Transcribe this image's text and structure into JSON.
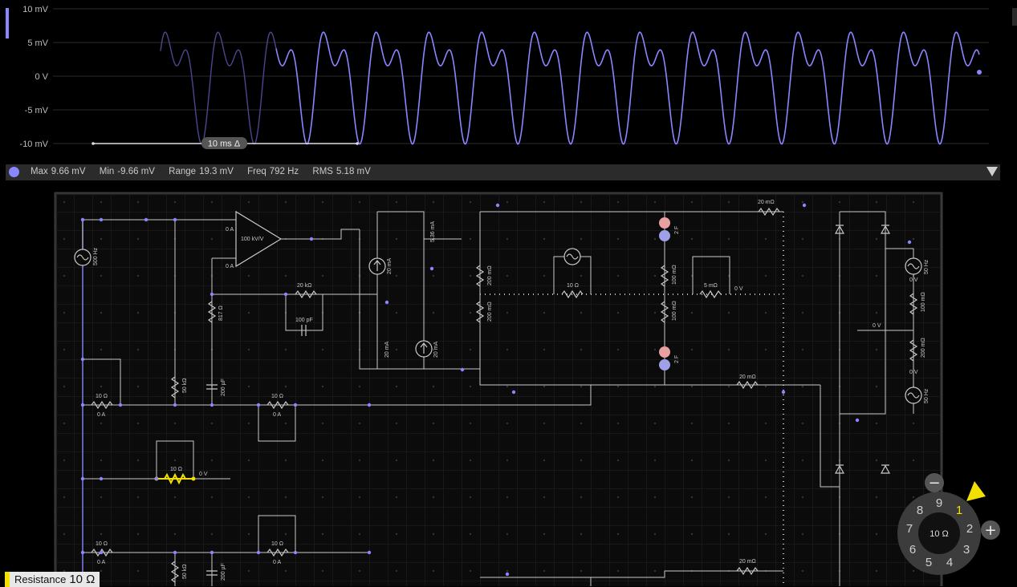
{
  "colors": {
    "trace": "#8a86ff",
    "accent_yellow": "#f2e000",
    "wire": "#c8c8c8",
    "grid": "#2a2a2a",
    "background": "#000000"
  },
  "scope": {
    "y_labels": [
      "10 mV",
      "5 mV",
      "0 V",
      "-5 mV",
      "-10 mV"
    ],
    "time_marker": "10 ms Δ",
    "waveform": {
      "amplitude_mv": 9.66,
      "components": [
        {
          "freq_hz": 792,
          "amp_mv": 6.0
        },
        {
          "freq_hz": 1584,
          "amp_mv": 4.2
        }
      ]
    }
  },
  "status": {
    "max_label": "Max",
    "max_value": "9.66 mV",
    "min_label": "Min",
    "min_value": "-9.66 mV",
    "range_label": "Range",
    "range_value": "19.3 mV",
    "freq_label": "Freq",
    "freq_value": "792 Hz",
    "rms_label": "RMS",
    "rms_value": "5.18 mV"
  },
  "circuit_labels": {
    "src_500hz": "500 Hz",
    "src_50hz_a": "50 Hz",
    "src_50hz_b": "50 Hz",
    "opamp_gain": "100 kV/V",
    "opamp_i1": "0 A",
    "opamp_i2": "0 A",
    "r_20k": "20 kΩ",
    "r_817": "817 Ω",
    "c_100pf": "100 pF",
    "cs_20ma_1": "20 mA",
    "cs_20ma_2": "20 mA",
    "cs_20ma_3": "20 mA",
    "i_536": "5.36 mA",
    "r_200m_1": "200 mΩ",
    "r_200m_2": "200 mΩ",
    "r_10_mid": "10 Ω",
    "c_2f_1": "2 F",
    "c_2f_2": "2 F",
    "r_100m_1": "100 mΩ",
    "r_100m_2": "100 mΩ",
    "r_5m": "5 mΩ",
    "v_0_1": "0 V",
    "r_20m_top": "20 mΩ",
    "r_20m_mid": "20 mΩ",
    "r_20m_bot": "20 mΩ",
    "r_50k_1": "50 kΩ",
    "r_50k_2": "50 kΩ",
    "c_200uf_1": "200 µF",
    "c_200uf_2": "200 µF",
    "r_10_a": "10 Ω",
    "i_0a_a": "0 A",
    "r_10_b": "10 Ω",
    "i_0a_b": "0 A",
    "r_10_sel": "10 Ω",
    "v_0_sel": "0 V",
    "r_10_c": "10 Ω",
    "i_0a_c": "0 A",
    "r_10_d": "10 Ω",
    "i_0a_d": "0 A",
    "v_0_r1": "0 V",
    "v_0_r2": "0 V",
    "v_0_r3": "0 V",
    "r_100m_r": "100 mΩ",
    "r_200m_r": "200 mΩ"
  },
  "dial": {
    "numbers": [
      "9",
      "1",
      "2",
      "3",
      "4",
      "5",
      "6",
      "7",
      "8"
    ],
    "center": "10 Ω",
    "minus": "−",
    "plus": "+"
  },
  "selection": {
    "label": "Resistance",
    "value": "10 Ω"
  }
}
